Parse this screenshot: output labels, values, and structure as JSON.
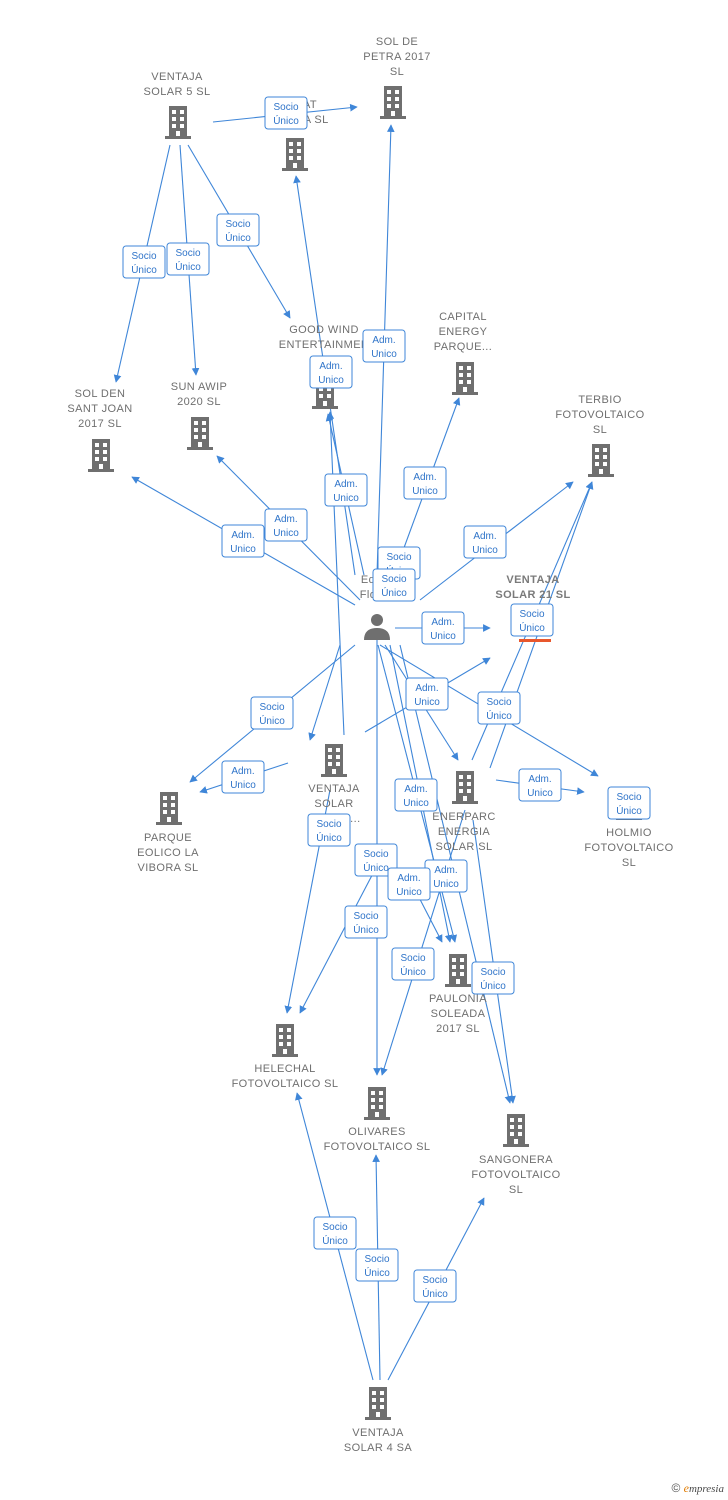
{
  "diagram": {
    "nodes": [
      {
        "id": "ventaja5",
        "label": [
          "VENTAJA",
          "SOLAR 5  SL"
        ]
      },
      {
        "id": "solpetra",
        "label": [
          "SOL DE",
          "PETRA 2017",
          "SL"
        ]
      },
      {
        "id": "murcia",
        "label": [
          "AT",
          "M       A SL"
        ]
      },
      {
        "id": "goodwind",
        "label": [
          "GOOD WIND",
          "ENTERTAINMEN"
        ]
      },
      {
        "id": "capital",
        "label": [
          "CAPITAL",
          "ENERGY",
          "PARQUE..."
        ]
      },
      {
        "id": "solden",
        "label": [
          "SOL DEN",
          "SANT JOAN",
          "2017  SL"
        ]
      },
      {
        "id": "sunawip",
        "label": [
          "SUN AWIP",
          "2020  SL"
        ]
      },
      {
        "id": "terbio",
        "label": [
          "TERBIO",
          "FOTOVOLTAICO",
          "SL"
        ]
      },
      {
        "id": "ventaja21",
        "label": [
          "VENTAJA",
          "SOLAR 21  SL"
        ],
        "highlight": true
      },
      {
        "id": "person",
        "label": [
          "Ed",
          "Flo"
        ],
        "kind": "person"
      },
      {
        "id": "ventajades",
        "label": [
          "VENTAJA",
          "SOLAR",
          "DES       LO..."
        ]
      },
      {
        "id": "enerparc",
        "label": [
          "ENERPARC",
          "ENERGIA",
          "SOLAR  SL"
        ]
      },
      {
        "id": "holmio",
        "label": [
          "HOLMIO",
          "FOTOVOLTAICO",
          "SL"
        ]
      },
      {
        "id": "parqueeolico",
        "label": [
          "PARQUE",
          "EOLICO LA",
          "VIBORA  SL"
        ]
      },
      {
        "id": "paulonia",
        "label": [
          "PAULONIA",
          "SOLEADA",
          "2017  SL"
        ]
      },
      {
        "id": "helechal",
        "label": [
          "HELECHAL",
          "FOTOVOLTAICO SL"
        ]
      },
      {
        "id": "olivares",
        "label": [
          "OLIVARES",
          "FOTOVOLTAICO SL"
        ]
      },
      {
        "id": "sangonera",
        "label": [
          "SANGONERA",
          "FOTOVOLTAICO",
          "SL"
        ]
      },
      {
        "id": "ventaja4",
        "label": [
          "VENTAJA",
          "SOLAR 4 SA"
        ]
      }
    ],
    "edges": [
      {
        "from": "ventaja5",
        "to": "solpetra",
        "label": [
          "Socio",
          "Único"
        ]
      },
      {
        "from": "ventaja5",
        "to": "goodwind",
        "label": [
          "Socio",
          "Único"
        ]
      },
      {
        "from": "ventaja5",
        "to": "solden",
        "label": [
          "Socio",
          "Único"
        ]
      },
      {
        "from": "ventaja5",
        "to": "sunawip",
        "label": [
          "Socio",
          "Único"
        ]
      },
      {
        "from": "person",
        "to": "solpetra",
        "label": [
          "Adm.",
          "Unico"
        ]
      },
      {
        "from": "person",
        "to": "murcia",
        "label": [
          "Adm.",
          "Unico"
        ]
      },
      {
        "from": "person",
        "to": "goodwind",
        "label": [
          "Adm.",
          "Unico"
        ]
      },
      {
        "from": "person",
        "to": "capital",
        "label": [
          "Adm.",
          "Unico"
        ]
      },
      {
        "from": "person",
        "to": "solden",
        "label": [
          "Adm.",
          "Unico"
        ]
      },
      {
        "from": "person",
        "to": "sunawip",
        "label": [
          "Adm.",
          "Unico"
        ]
      },
      {
        "from": "person",
        "to": "terbio",
        "label": [
          "Adm.",
          "Unico"
        ]
      },
      {
        "from": "person",
        "to": "ventaja21",
        "label": [
          "Adm.",
          "Unico"
        ]
      },
      {
        "from": "ventaja21",
        "to": "capital",
        "label": [
          "Socio",
          "Único"
        ]
      },
      {
        "from": "ventajades",
        "to": "goodwind",
        "label": [
          "Socio",
          "Único"
        ]
      },
      {
        "from": "enerparc",
        "to": "terbio",
        "label": [
          "Socio",
          "Único"
        ]
      },
      {
        "from": "person",
        "to": "parqueeolico",
        "label": [
          "Adm.",
          "Unico"
        ]
      },
      {
        "from": "ventajades",
        "to": "parqueeolico",
        "label": [
          "Socio",
          "Único"
        ]
      },
      {
        "from": "person",
        "to": "holmio",
        "label": [
          "Adm.",
          "Unico"
        ]
      },
      {
        "from": "enerparc",
        "to": "holmio",
        "label": [
          "Socio",
          "Único"
        ]
      },
      {
        "from": "person",
        "to": "enerparc",
        "label": [
          "Adm.",
          "Unico"
        ]
      },
      {
        "from": "person",
        "to": "ventaja21",
        "label": [
          "Socio",
          "Único"
        ]
      },
      {
        "from": "ventajades",
        "to": "ventaja21",
        "label": [
          "Socio",
          "Único"
        ]
      },
      {
        "from": "person",
        "to": "helechal",
        "label": [
          "Adm.",
          "Unico"
        ]
      },
      {
        "from": "person",
        "to": "paulonia",
        "label": [
          "Adm.",
          "Unico"
        ]
      },
      {
        "from": "person",
        "to": "paulonia",
        "label": [
          "Adm.",
          "Unico"
        ]
      },
      {
        "from": "enerparc",
        "to": "olivares",
        "label": [
          "Socio",
          "Único"
        ]
      },
      {
        "from": "enerparc",
        "to": "sangonera",
        "label": [
          "Socio",
          "Único"
        ]
      },
      {
        "from": "ventajades",
        "to": "helechal",
        "label": [
          "Socio",
          "Único"
        ]
      },
      {
        "from": "ventajades",
        "to": "paulonia",
        "label": [
          "Socio",
          "Único"
        ]
      },
      {
        "from": "ventaja4",
        "to": "helechal",
        "label": [
          "Socio",
          "Único"
        ]
      },
      {
        "from": "ventaja4",
        "to": "olivares",
        "label": [
          "Socio",
          "Único"
        ]
      },
      {
        "from": "ventaja4",
        "to": "sangonera",
        "label": [
          "Socio",
          "Único"
        ]
      }
    ],
    "colors": {
      "edge": "#3f86d8",
      "node": "#6f6f6f",
      "highlight": "#e8572d"
    }
  },
  "footer": {
    "copyright": "©",
    "brand_e": "e",
    "brand_rest": "mpresia"
  }
}
